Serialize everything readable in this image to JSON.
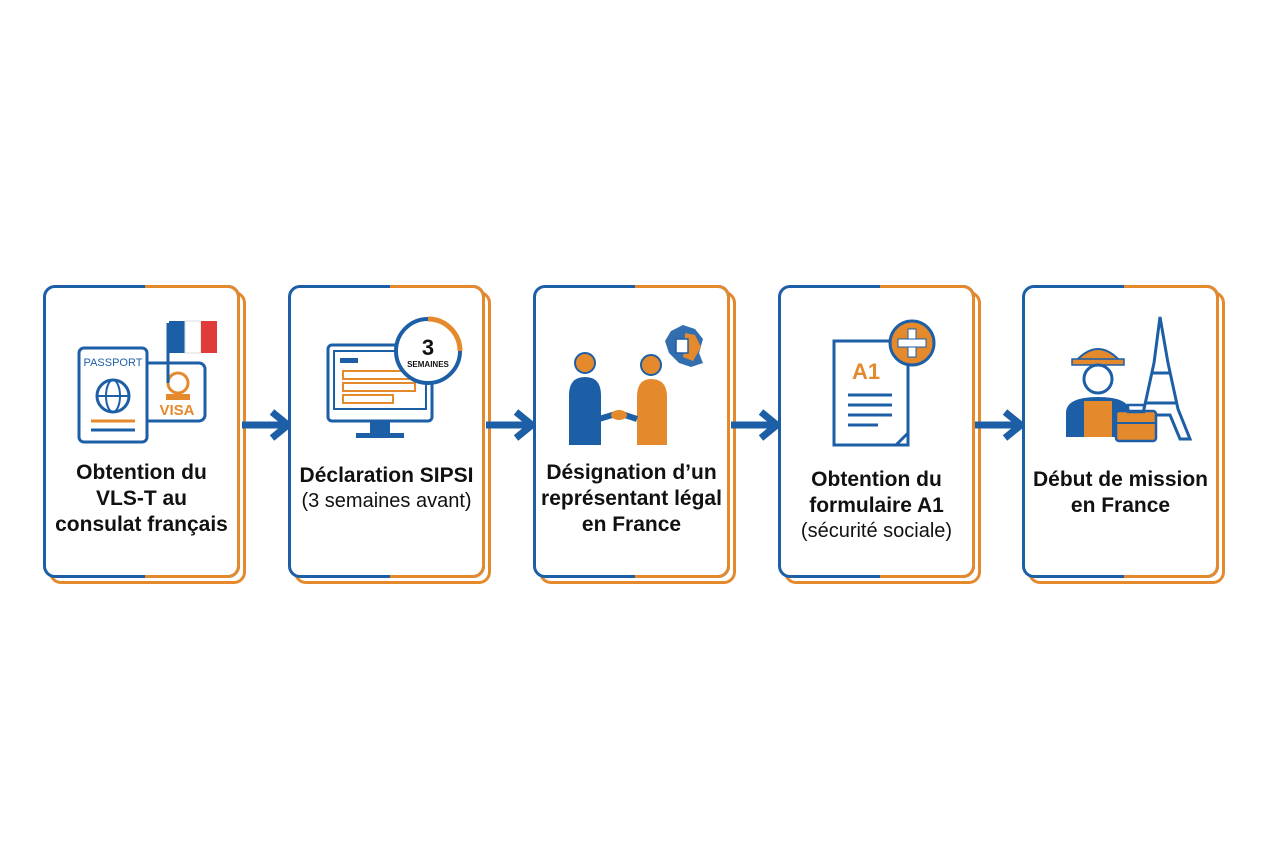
{
  "steps": [
    {
      "title": "Obtention du VLS-T au consulat français",
      "subtitle": "",
      "icon": "passport-visa-icon",
      "passport_text": "PASSPORT",
      "visa_text": "VISA"
    },
    {
      "title": "Déclaration SIPSI",
      "subtitle": "(3 semaines avant)",
      "icon": "computer-timer-icon",
      "timer_number": "3",
      "timer_text": "SEMAINES"
    },
    {
      "title": "Désignation d’un représentant légal en France",
      "subtitle": "",
      "icon": "handshake-icon"
    },
    {
      "title": "Obtention du formulaire A1",
      "subtitle": "(sécurité sociale)",
      "icon": "form-a1-icon",
      "form_text": "A1"
    },
    {
      "title": "Début de mission en France",
      "subtitle": "",
      "icon": "worker-eiffel-icon"
    }
  ],
  "colors": {
    "blue": "#1d5fa6",
    "orange": "#e58a2c"
  }
}
